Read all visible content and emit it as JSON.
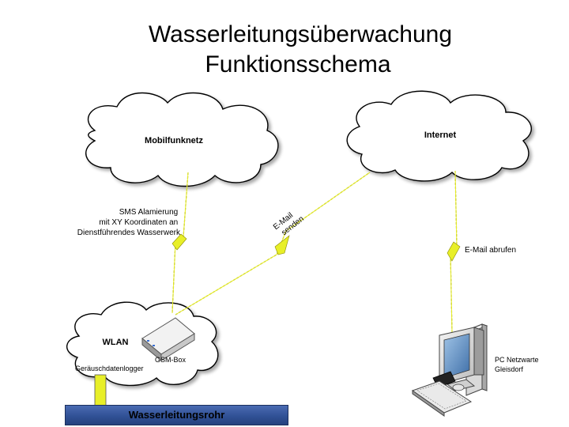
{
  "title": {
    "line1": "Wasserleitungsüberwachung",
    "line2": "Funktionsschema"
  },
  "clouds": {
    "mobilfunk": "Mobilfunknetz",
    "internet": "Internet",
    "wlan": "WLAN"
  },
  "labels": {
    "sms_line1": "SMS Alamierung",
    "sms_line2": "mit XY Koordinaten an",
    "sms_line3": "Dienstführendes Wasserwerk",
    "email_line1": "E-Mail",
    "email_line2": "senden",
    "email_abrufen": "E-Mail abrufen",
    "gsm_box": "GSM-Box",
    "logger": "Geräuschdatenlogger",
    "pc_line1": "PC Netzwarte",
    "pc_line2": "Gleisdorf",
    "pipe": "Wasserleitungsrohr"
  },
  "colors": {
    "lightning": "#e8ef28",
    "pipe": "#3a5ba8",
    "logger": "#e8ef28"
  }
}
